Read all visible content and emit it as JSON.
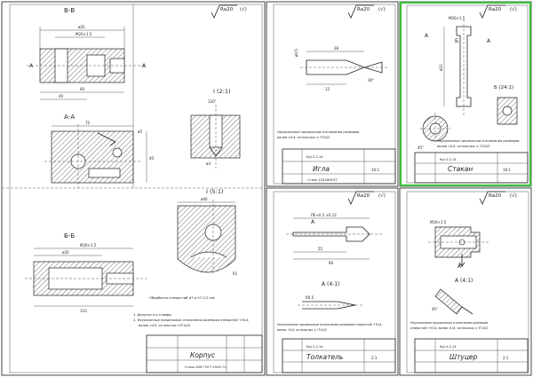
{
  "accent_color": "#3fbf3f",
  "roughness": "Ra20",
  "sheets": {
    "korpus": {
      "title": "Корпус",
      "section_bb": "В-В",
      "section_aa": "А-А",
      "section_b6": "Б-Б",
      "detail_1": "I (2:1)",
      "detail_2": "I (5:1)",
      "note_1": "1. Допуски 4-х строфы",
      "note_2": "2. Неуказанные предельные отклонения размеров отверстий +Н14,",
      "note_3": "валов -h14, остальных ±IT14/2",
      "note_extra": "Обработка отверстий d7 и h7-2,5 мм",
      "material": "Сталь 40Х ГОСТ 4543-71"
    },
    "igla": {
      "title": "Игла",
      "note_1": "Неуказанные предельные отклонения размеров",
      "note_2": "валов -h14, остальных ± IT14/2",
      "sub": "Сталь 12Х18Н10Т",
      "code": "Кр/ 0.2.14",
      "scale": "10:1"
    },
    "stakan": {
      "title": "Стакан",
      "view_a": "А",
      "view_b": "Б",
      "detail": "Б (24:1)",
      "note_1": "Неуказанные предельные отклонения размеров",
      "note_2": "валов -h14, остальных ± IT14/2",
      "code": "Кр/ 0.2.14",
      "scale": "10:1"
    },
    "tolkatel": {
      "title": "Толкатель",
      "detail": "А (4:1)",
      "note_1": "Неуказанные предельные отклонения размеров отверстий +Н14,",
      "note_2": "валов -h14, остальных ± IT14/2",
      "code": "Кр/ 0.2.14",
      "scale": "2:1"
    },
    "shtutser": {
      "title": "Штуцер",
      "view_a": "А",
      "detail": "А (4:1)",
      "note_1": "Неуказанные предельные отклонения размеров",
      "note_2": "отверстий +Н14, валов -h14, остальных ± IT14/2",
      "code": "Кр/ 0.2.14",
      "scale": "2:1"
    }
  }
}
